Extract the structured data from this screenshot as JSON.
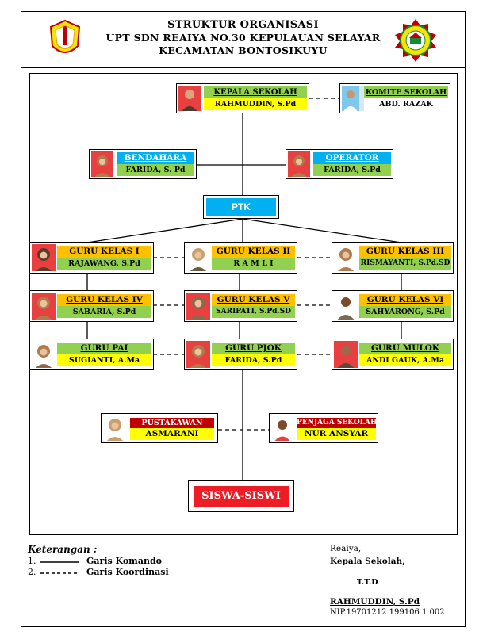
{
  "header": {
    "line1": "STRUKTUR ORGANISASI",
    "line2": "UPT SDN REAIYA NO.30 KEPULAUAN SELAYAR",
    "line3": "KECAMATAN BONTOSIKUYU"
  },
  "nodes": {
    "kepsek": {
      "role": "KEPALA SEKOLAH",
      "name": "RAHMUDDIN, S.Pd"
    },
    "komite": {
      "role": "KOMITE SEKOLAH",
      "name": "ABD. RAZAK"
    },
    "bendahara": {
      "role": "BENDAHARA",
      "name": "FARIDA, S. Pd"
    },
    "operator": {
      "role": "OPERATOR",
      "name": "FARIDA, S.Pd"
    },
    "ptk": "PTK",
    "kelas1": {
      "role": "GURU KELAS I",
      "name": "RAJAWANG, S.Pd"
    },
    "kelas2": {
      "role": "GURU KELAS II",
      "name": "R A M L I"
    },
    "kelas3": {
      "role": "GURU KELAS III",
      "name": "RISMAYANTI, S.Pd.SD"
    },
    "kelas4": {
      "role": "GURU KELAS IV",
      "name": "SABARIA, S.Pd"
    },
    "kelas5": {
      "role": "GURU KELAS V",
      "name": "SARIPATI, S.Pd.SD"
    },
    "kelas6": {
      "role": "GURU KELAS VI",
      "name": "SAHYARONG, S.Pd"
    },
    "pai": {
      "role": "GURU PAI",
      "name": "SUGIANTI, A.Ma"
    },
    "pjok": {
      "role": "GURU PJOK",
      "name": "FARIDA, S.Pd"
    },
    "mulok": {
      "role": "GURU MULOK",
      "name": "ANDI GAUK, A.Ma"
    },
    "pustakawan": {
      "role": "PUSTAKAWAN",
      "name": "ASMARANI"
    },
    "penjaga": {
      "role": "PENJAGA SEKOLAH",
      "name": "NUR ANSYAR"
    },
    "siswa": "SISWA-SISWI"
  },
  "legend": {
    "title": "Keterangan :",
    "item1_num": "1.",
    "item1": "Garis Komando",
    "item2_num": "2.",
    "item2": "Garis Koordinasi"
  },
  "signature": {
    "place": "Reaiya,",
    "position": "Kepala Sekolah,",
    "ttd": "T.T.D",
    "name": "RAHMUDDIN, S.Pd",
    "nip": "NIP.19701212 199106 1 002"
  },
  "colors": {
    "blue": "#00b0f0",
    "green": "#92d050",
    "yellow": "#ffff00",
    "orange": "#ffc000",
    "red": "#c00000",
    "bright_red": "#ee1c24"
  }
}
